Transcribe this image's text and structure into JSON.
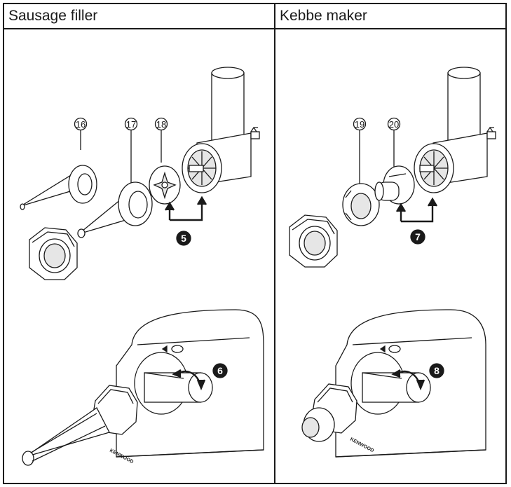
{
  "panels": [
    {
      "title": "Sausage filler",
      "part_labels": [
        "16",
        "17",
        "18"
      ],
      "step_labels": [
        "5",
        "6"
      ],
      "brand": "KENWOOD"
    },
    {
      "title": "Kebbe maker",
      "part_labels": [
        "19",
        "20"
      ],
      "step_labels": [
        "7",
        "8"
      ],
      "brand": "KENWOOD"
    }
  ],
  "colors": {
    "line": "#1a1a1a",
    "fill": "#ffffff",
    "shade": "#e6e6e6"
  }
}
